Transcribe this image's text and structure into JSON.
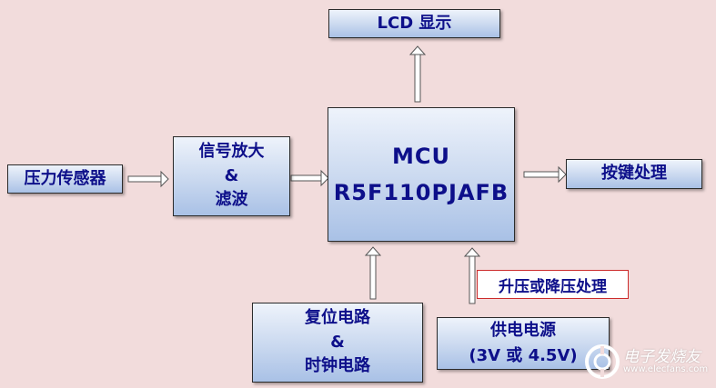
{
  "blocks": {
    "lcd": "LCD 显示",
    "mcu": {
      "line1": "MCU",
      "line2": "R5F110PJAFB"
    },
    "sensor": "压力传感器",
    "amp": {
      "line1": "信号放大",
      "line2": "&",
      "line3": "滤波"
    },
    "keys": "按键处理",
    "reset": {
      "line1": "复位电路",
      "line2": "&",
      "line3": "时钟电路"
    },
    "power": {
      "line1": "供电电源",
      "line2": "(3V 或 4.5V)"
    }
  },
  "labels": {
    "boost": "升压或降压处理"
  },
  "watermark": {
    "text": "电子发烧友",
    "url": "www.elecfans.com"
  }
}
